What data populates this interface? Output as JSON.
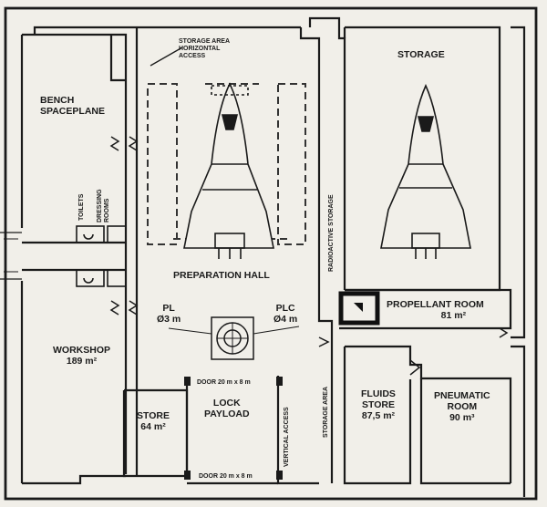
{
  "plan": {
    "storage_area_horizontal_access": [
      "STORAGE AREA",
      "HORIZONTAL",
      "ACCESS"
    ],
    "storage": "STORAGE",
    "bench_spaceplane": [
      "BENCH",
      "SPACEPLANE"
    ],
    "toilets": "TOILETS",
    "dressing_rooms": [
      "DRESSING",
      "ROOMS"
    ],
    "radioactive_storage": "RADIOACTIVE STORAGE",
    "preparation_hall": "PREPARATION HALL",
    "pl": {
      "name": "PL",
      "size": "Ø3 m"
    },
    "plc": {
      "name": "PLC",
      "size": "Ø4 m"
    },
    "propellant_room": {
      "name": "PROPELLANT ROOM",
      "area": "81 m²"
    },
    "workshop": {
      "name": "WORKSHOP",
      "area": "189 m²"
    },
    "door_upper": "DOOR 20 m x 8 m",
    "door_lower": "DOOR 20 m x 8 m",
    "store": {
      "name": "STORE",
      "area": "64 m²"
    },
    "lock_payload": [
      "LOCK",
      "PAYLOAD"
    ],
    "vertical_access": "VERTICAL ACCESS",
    "storage_area": "STORAGE AREA",
    "fluids_store": {
      "name": [
        "FLUIDS",
        "STORE"
      ],
      "area": "87,5 m²"
    },
    "pneumatic_room": {
      "name": [
        "PNEUMATIC",
        "ROOM"
      ],
      "area": "90 m³"
    }
  }
}
